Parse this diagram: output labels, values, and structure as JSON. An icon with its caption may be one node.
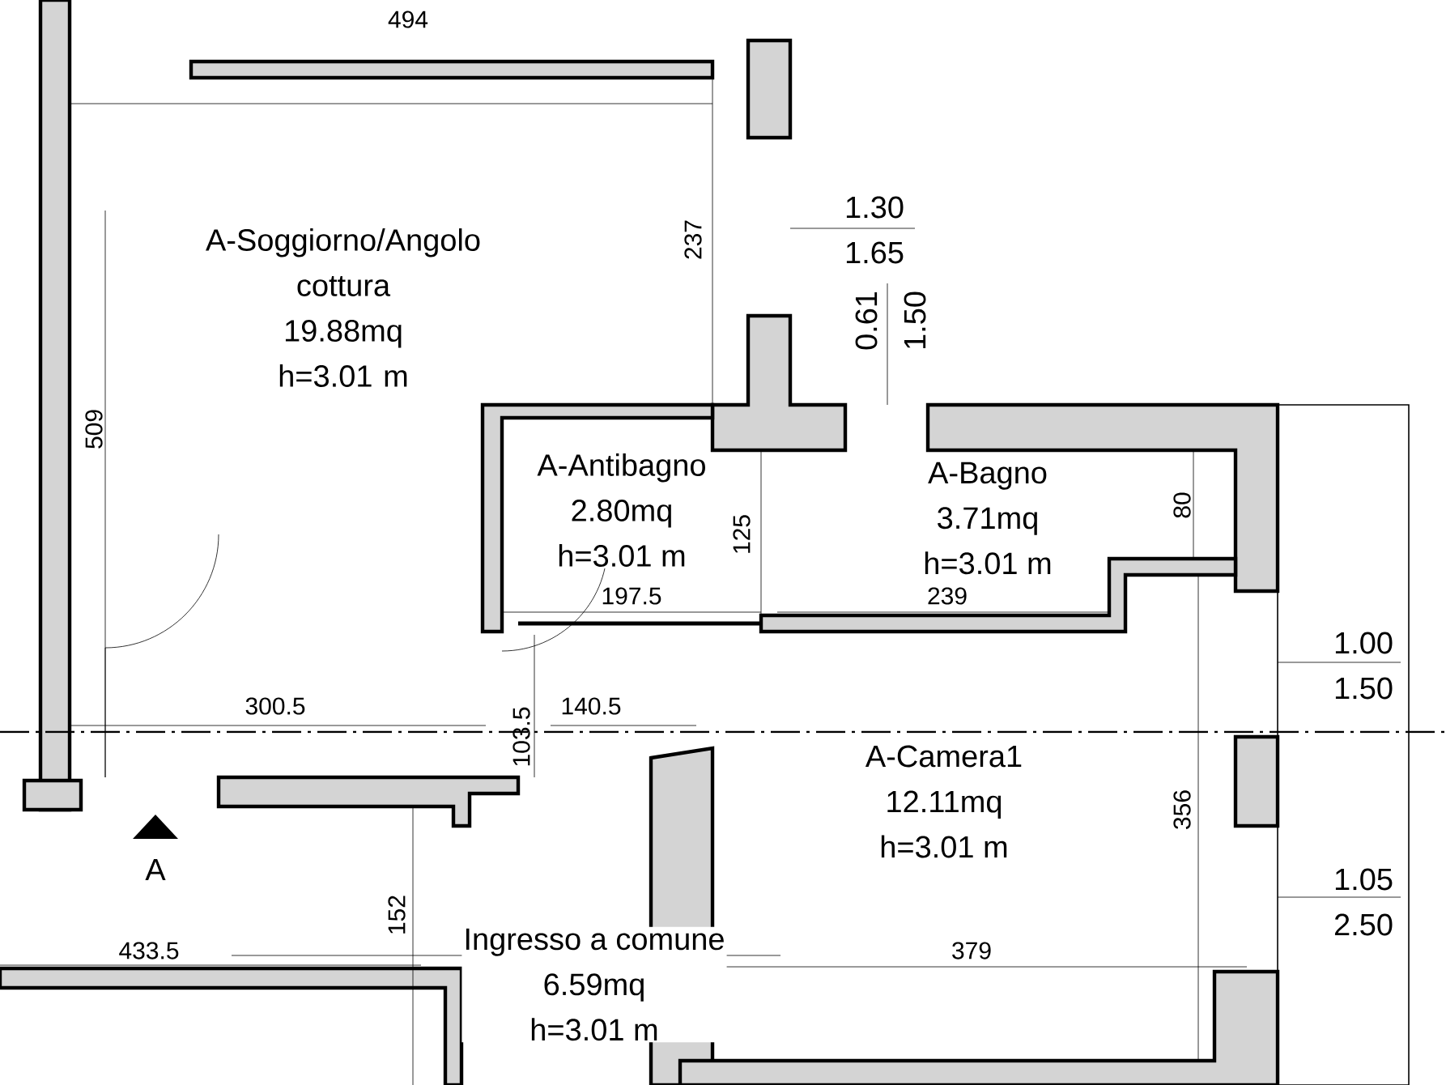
{
  "diagram": {
    "nodes": [
      {
        "text": [
          "A-Soggiorno/Angolo cottura",
          "19.88mq",
          "h=3.01 m"
        ]
      },
      {
        "text": [
          "A-Antibagno",
          "2.80mq",
          "h=3.01 m"
        ]
      },
      {
        "text": [
          "A-Bagno",
          "3.71mq",
          "h=3.01 m"
        ]
      },
      {
        "text": [
          "A-Camera1",
          "12.11mq",
          "h=3.01 m"
        ]
      },
      {
        "text": [
          "Ingresso a comune",
          "6.59mq",
          "h=3.01 m"
        ]
      }
    ],
    "labels": [
      "494",
      "237",
      "509",
      "1.30",
      "1.65",
      "0.61",
      "1.50",
      "125",
      "80",
      "197.5",
      "239",
      "300.5",
      "103.5",
      "140.5",
      "1.00",
      "1.50",
      "356",
      "1.05",
      "2.50",
      "152",
      "433.5",
      "379",
      "A"
    ]
  }
}
